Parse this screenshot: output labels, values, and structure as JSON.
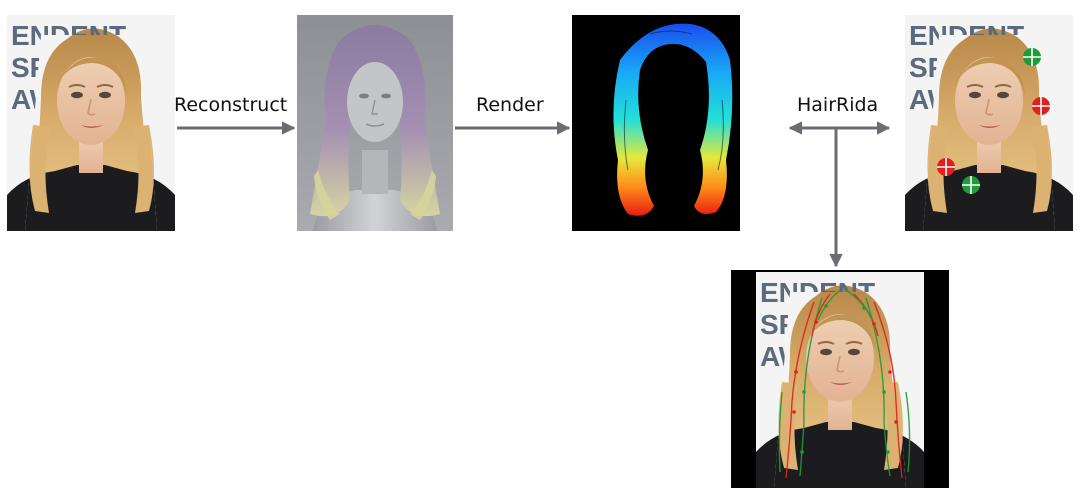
{
  "steps": {
    "reconstruct": "Reconstruct",
    "render": "Render",
    "hairrida": "HairRida"
  },
  "backdrop": {
    "line1": "ENDENT",
    "line2": "SPI",
    "line3": "AW"
  },
  "colors": {
    "arrow": "#6e6a72",
    "backdrop_text": "#5b6b7d",
    "hair": "#d4a868",
    "skin": "#ebc5a7",
    "jacket": "#1c1c1e",
    "marker_red": "#e0201f",
    "marker_green": "#1e9b3a"
  },
  "icons": {
    "photo": "portrait-photo-icon",
    "model": "3d-head-model-icon",
    "orientation_map": "hair-orientation-map-icon",
    "marker": "crosshair-marker-icon"
  }
}
